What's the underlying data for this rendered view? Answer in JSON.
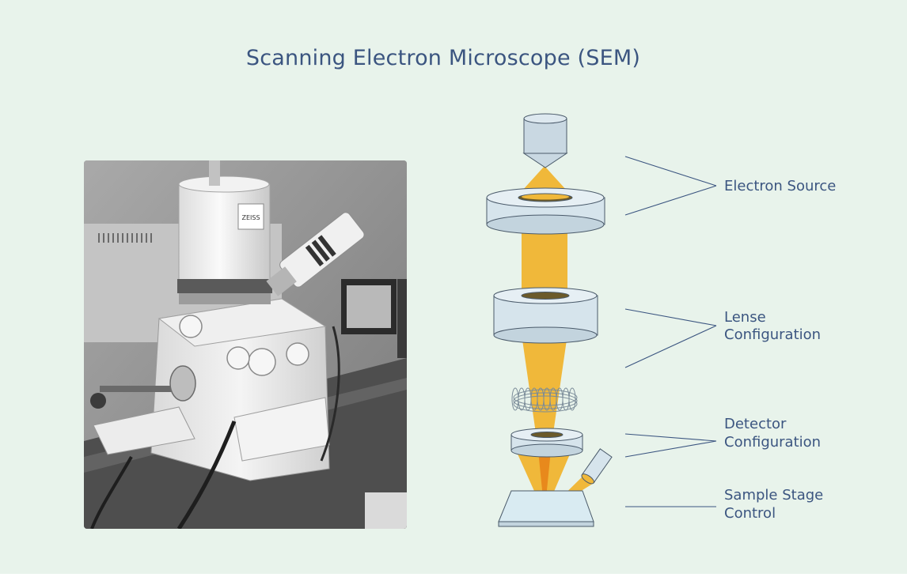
{
  "title": "Scanning Electron Microscope (SEM)",
  "photo": {
    "brand_text": "ZEISS"
  },
  "labels": {
    "electron_source": "Electron Source",
    "lense_line1": "Lense",
    "lense_line2": "Configuration",
    "detector_line1": "Detector",
    "detector_line2": "Configuration",
    "sample_line1": "Sample Stage",
    "sample_line2": "Control"
  },
  "colors": {
    "background": "#e8f3eb",
    "text": "#3b5580",
    "beam": "#f0b83a",
    "beam_core": "#e8891c",
    "ring": "#d6e4ec",
    "ring_edge": "#4a5a6a"
  }
}
